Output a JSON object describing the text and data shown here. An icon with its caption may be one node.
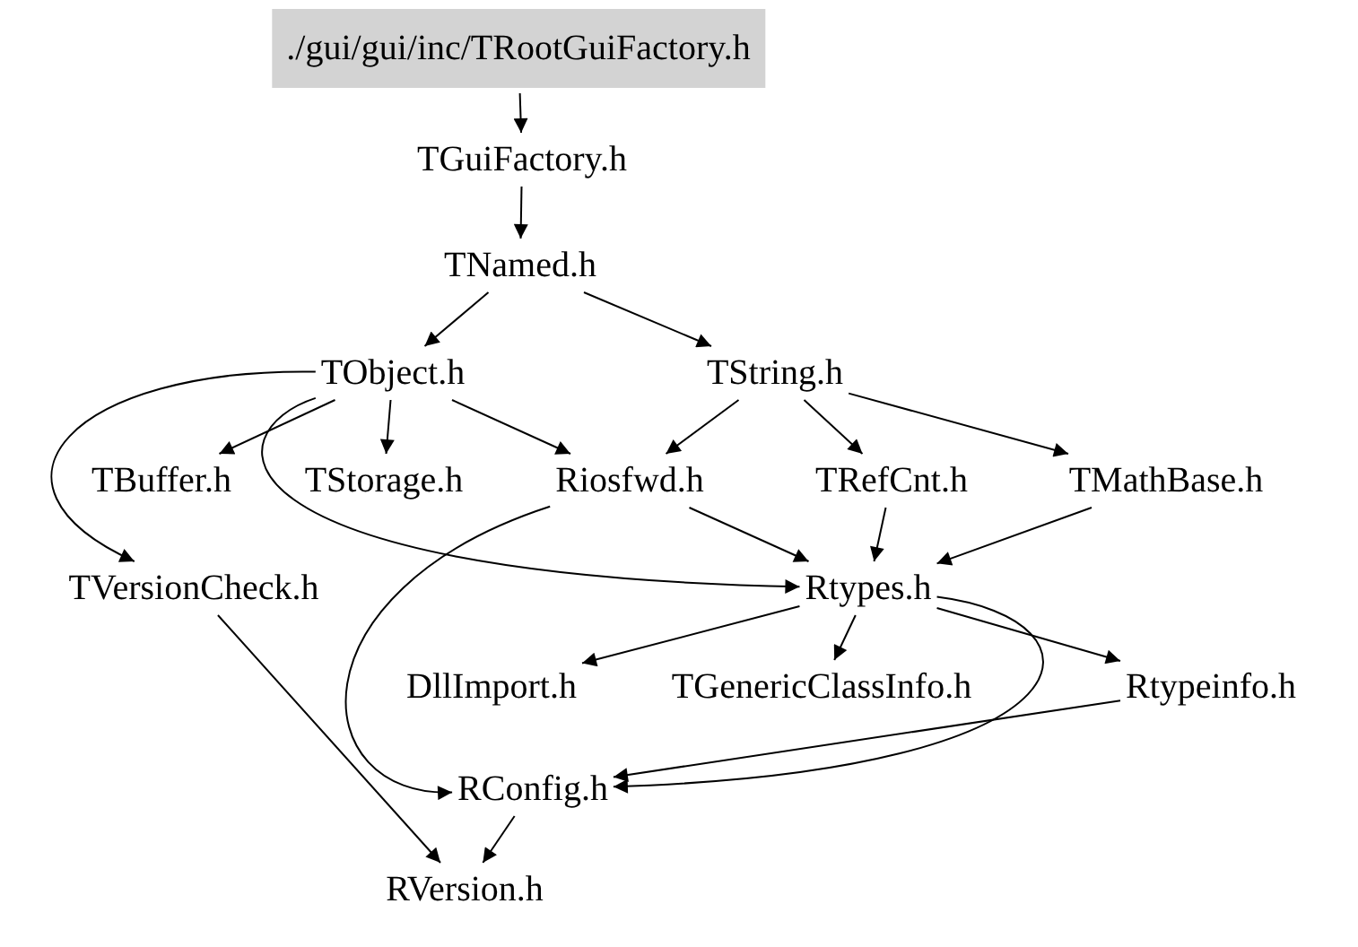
{
  "diagram": {
    "nodes": [
      {
        "text": [
          "./gui/gui/inc/TRootGuiFactory.h"
        ]
      },
      {
        "text": [
          "TGuiFactory.h"
        ]
      },
      {
        "text": [
          "TNamed.h"
        ]
      },
      {
        "text": [
          "TObject.h"
        ]
      },
      {
        "text": [
          "TString.h"
        ]
      },
      {
        "text": [
          "TBuffer.h"
        ]
      },
      {
        "text": [
          "TStorage.h"
        ]
      },
      {
        "text": [
          "Riosfwd.h"
        ]
      },
      {
        "text": [
          "TRefCnt.h"
        ]
      },
      {
        "text": [
          "TMathBase.h"
        ]
      },
      {
        "text": [
          "TVersionCheck.h"
        ]
      },
      {
        "text": [
          "Rtypes.h"
        ]
      },
      {
        "text": [
          "DllImport.h"
        ]
      },
      {
        "text": [
          "TGenericClassInfo.h"
        ]
      },
      {
        "text": [
          "Rtypeinfo.h"
        ]
      },
      {
        "text": [
          "RConfig.h"
        ]
      },
      {
        "text": [
          "RVersion.h"
        ]
      }
    ],
    "edges": [
      {
        "from": 0,
        "to": 1,
        "arrow": "to"
      },
      {
        "from": 1,
        "to": 2,
        "arrow": "to"
      },
      {
        "from": 2,
        "to": 3,
        "arrow": "to"
      },
      {
        "from": 2,
        "to": 4,
        "arrow": "to"
      },
      {
        "from": 3,
        "to": 10,
        "arrow": "to"
      },
      {
        "from": 3,
        "to": 5,
        "arrow": "to"
      },
      {
        "from": 3,
        "to": 6,
        "arrow": "to"
      },
      {
        "from": 3,
        "to": 7,
        "arrow": "to"
      },
      {
        "from": 3,
        "to": 11,
        "arrow": "to"
      },
      {
        "from": 4,
        "to": 7,
        "arrow": "to"
      },
      {
        "from": 4,
        "to": 8,
        "arrow": "to"
      },
      {
        "from": 4,
        "to": 9,
        "arrow": "to"
      },
      {
        "from": 7,
        "to": 11,
        "arrow": "to"
      },
      {
        "from": 7,
        "to": 15,
        "arrow": "to"
      },
      {
        "from": 8,
        "to": 11,
        "arrow": "to"
      },
      {
        "from": 9,
        "to": 11,
        "arrow": "to"
      },
      {
        "from": 10,
        "to": 16,
        "arrow": "to"
      },
      {
        "from": 11,
        "to": 12,
        "arrow": "to"
      },
      {
        "from": 11,
        "to": 13,
        "arrow": "to"
      },
      {
        "from": 11,
        "to": 14,
        "arrow": "to"
      },
      {
        "from": 11,
        "to": 15,
        "arrow": "to"
      },
      {
        "from": 14,
        "to": 15,
        "arrow": "to"
      },
      {
        "from": 15,
        "to": 16,
        "arrow": "to"
      }
    ]
  }
}
